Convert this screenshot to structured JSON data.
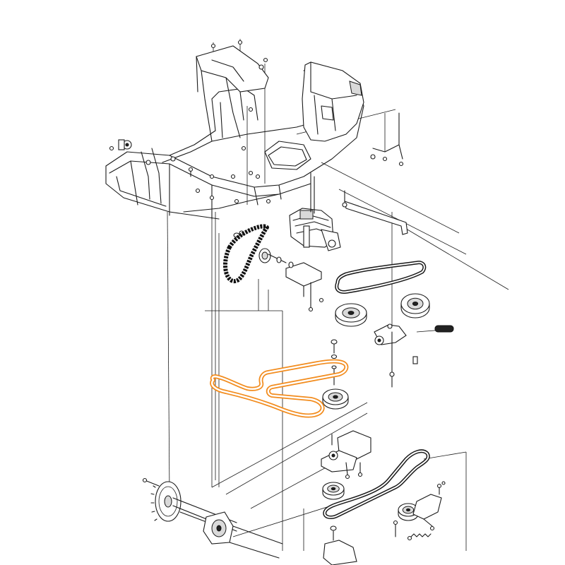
{
  "diagram": {
    "highlight_color": "#f28c1e",
    "line_color": "#1a1a1a",
    "background": "#ffffff",
    "highlighted_part": "drive-belt",
    "callout_label": "",
    "parts": [
      {
        "id": "frame",
        "icon": "chassis-frame"
      },
      {
        "id": "seat-bracket",
        "icon": "bracket"
      },
      {
        "id": "rear-housing",
        "icon": "fender-housing"
      },
      {
        "id": "transaxle",
        "icon": "gearbox"
      },
      {
        "id": "drive-chain",
        "icon": "chain"
      },
      {
        "id": "upper-belt",
        "icon": "v-belt"
      },
      {
        "id": "drive-belt",
        "icon": "v-belt"
      },
      {
        "id": "lower-belt",
        "icon": "v-belt"
      },
      {
        "id": "engine-pulley",
        "icon": "pulley"
      },
      {
        "id": "clutch-pulley",
        "icon": "pulley"
      },
      {
        "id": "idler-pulley",
        "icon": "pulley"
      },
      {
        "id": "idler-bracket",
        "icon": "bracket"
      },
      {
        "id": "lower-pulley",
        "icon": "pulley"
      },
      {
        "id": "tension-spring",
        "icon": "spring"
      },
      {
        "id": "rear-axle",
        "icon": "axle"
      },
      {
        "id": "brake-disc",
        "icon": "disc"
      }
    ]
  }
}
